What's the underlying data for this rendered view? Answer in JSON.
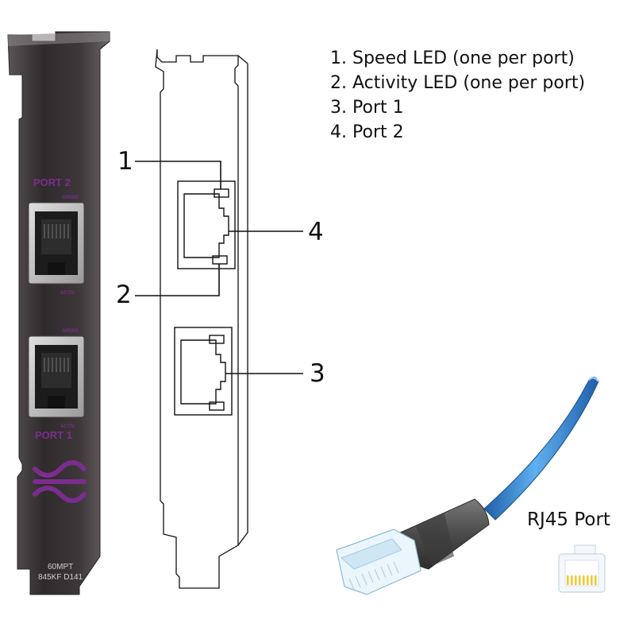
{
  "legend": {
    "items": [
      {
        "number": "1.",
        "label": "Speed LED (one per port)"
      },
      {
        "number": "2.",
        "label": "Activity LED (one per port)"
      },
      {
        "number": "3.",
        "label": "Port 1"
      },
      {
        "number": "4.",
        "label": "Port 2"
      }
    ]
  },
  "callouts": {
    "c1": "1",
    "c2": "2",
    "c3": "3",
    "c4": "4"
  },
  "photo_bracket": {
    "port2_label": "PORT 2",
    "port1_label": "PORT 1",
    "speed_mark": "SPEED",
    "activity_mark": "ACTIV",
    "bottom_text_line1": "60MPT",
    "bottom_text_line2": "845KF D141",
    "colors": {
      "metal": "#3b3638",
      "print": "#7a2d8c",
      "jack": "#c9c9c9"
    }
  },
  "rj45": {
    "label": "RJ45 Port",
    "colors": {
      "cable": "#3f8fd8",
      "boot": "#5a5a5a",
      "plug": "#e8f3fb",
      "port_pins": "#f2c83a"
    }
  }
}
